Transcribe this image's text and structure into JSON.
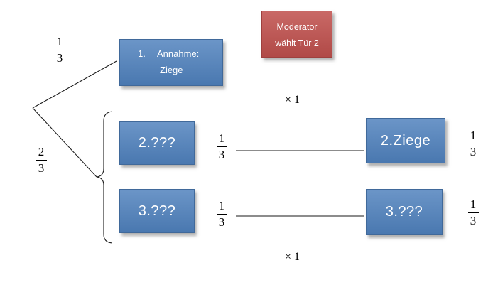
{
  "diagram": {
    "assumption_box": {
      "number": "1.",
      "title": "Annahme:",
      "subtitle": "Ziege"
    },
    "moderator_box": {
      "line1": "Moderator",
      "line2": "wählt Tür 2"
    },
    "box_door2_left": "2.???",
    "box_door3_left": "3.???",
    "box_door2_right": "2.Ziege",
    "box_door3_right": "3.???",
    "multiplier_top": "× 1",
    "multiplier_bottom": "× 1",
    "fractions": {
      "root_upper": {
        "num": "1",
        "den": "3"
      },
      "root_lower": {
        "num": "2",
        "den": "3"
      },
      "mid_upper": {
        "num": "1",
        "den": "3"
      },
      "right_upper": {
        "num": "1",
        "den": "3"
      },
      "mid_lower": {
        "num": "1",
        "den": "3"
      },
      "right_lower": {
        "num": "1",
        "den": "3"
      }
    },
    "colors": {
      "blue": "#4f81bd",
      "red": "#c0504d"
    }
  }
}
